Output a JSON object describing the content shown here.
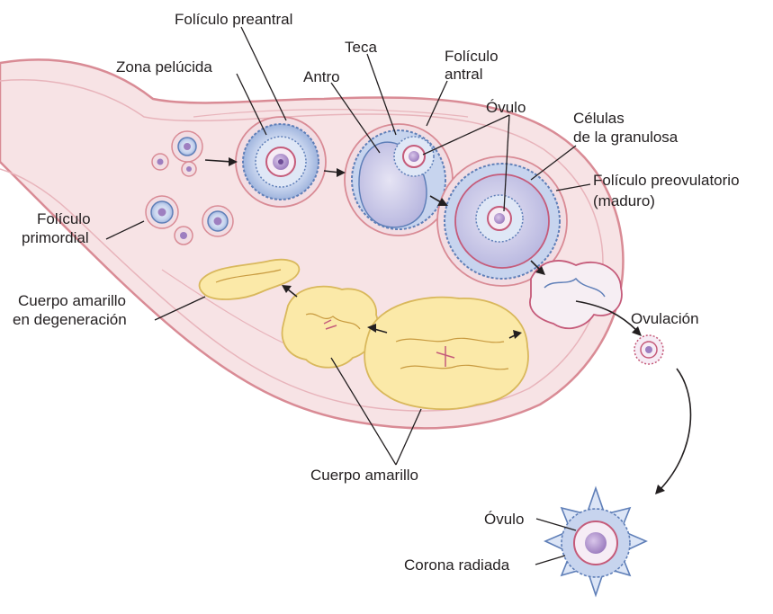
{
  "labels": {
    "foliculo_preantral": "Folículo preantral",
    "zona_pelucida": "Zona pelúcida",
    "teca": "Teca",
    "foliculo_antral_1": "Folículo",
    "foliculo_antral_2": "antral",
    "antro": "Antro",
    "ovulo": "Óvulo",
    "celulas_1": "Células",
    "celulas_2": "de la granulosa",
    "preovulatorio_1": "Folículo preovulatorio",
    "preovulatorio_2": "(maduro)",
    "primordial_1": "Folículo",
    "primordial_2": "primordial",
    "cuerpo_deg_1": "Cuerpo amarillo",
    "cuerpo_deg_2": "en degeneración",
    "ovulacion": "Ovulación",
    "cuerpo_amarillo": "Cuerpo amarillo",
    "ovulo_2": "Óvulo",
    "corona_radiada": "Corona radiada"
  },
  "colors": {
    "tissue": "#f6e2e4",
    "outline": "#d98b95",
    "follicle_blue": "#b9c9e8",
    "follicle_edge": "#5f7fb8",
    "oocyte": "#a98bc4",
    "corpus": "#fbe9a8",
    "corpus_edge": "#d9b85c"
  }
}
